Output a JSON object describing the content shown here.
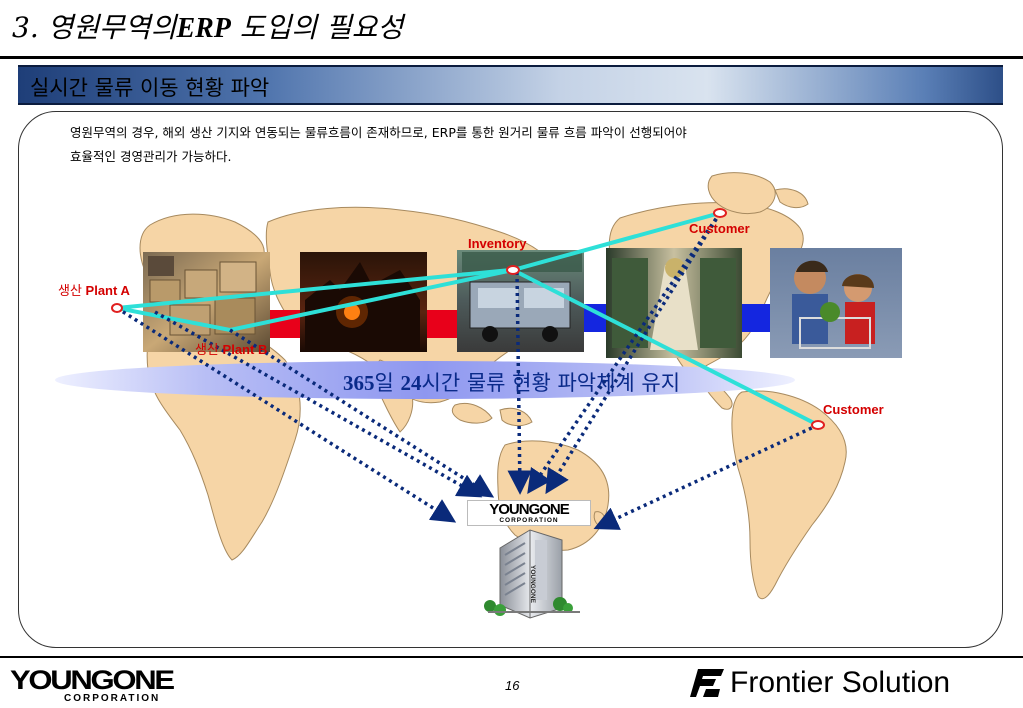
{
  "title": {
    "number": "3.",
    "prefix": "영원무역의",
    "erp": "ERP",
    "suffix": " 도입의 필요성"
  },
  "subtitle": "실시간 물류 이동 현황 파악",
  "description": {
    "line1": "영원무역의 경우, 해외 생산 기지와 연동되는 물류흐름이 존재하므로, ERP를 통한 원거리 물류 흐름 파악이 선행되어야",
    "line2": "효율적인 경영관리가 가능하다."
  },
  "diagram": {
    "plant_a": {
      "ko": "생산",
      "en": "Plant A"
    },
    "plant_b": {
      "ko": "생산",
      "en": "Plant B"
    },
    "inventory": "Inventory",
    "customer_top": "Customer",
    "customer_right": "Customer",
    "banner": {
      "num1": "365",
      "t1": "일 ",
      "num2": "24",
      "t2": "시간 물류 현황 파악체계 유지"
    },
    "hq_logo": {
      "word": "YOUNGONE",
      "sub": "CORPORATION"
    },
    "building_sign": "YOUNGONE",
    "colors": {
      "label_red": "#d40000",
      "route_line": "#2ee0d8",
      "dotted_arrow": "#0a2a7a",
      "land": "#f6d5a6",
      "banner_blue": "#0a2a8a"
    }
  },
  "footer": {
    "left_logo": {
      "word": "YOUNGONE",
      "sub": "CORPORATION"
    },
    "page_number": "16",
    "right_logo": "Frontier Solution"
  }
}
